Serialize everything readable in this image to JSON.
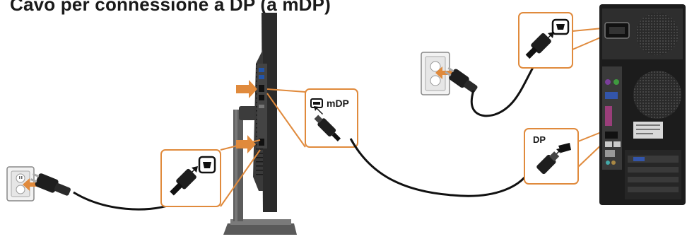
{
  "title": "Cavo per connessione a DP (a mDP)",
  "labels": {
    "mdp": "mDP",
    "dp": "DP"
  },
  "colors": {
    "accent_orange": "#e08a3c",
    "cable": "#111111",
    "monitor_body": "#2b2b2b",
    "pc_case": "#1c1c1c"
  },
  "icons": {
    "power_plug": "ac-power-plug",
    "power_socket": "iec-power-socket",
    "wall_outlet": "wall-outlet",
    "arrow": "arrow",
    "mdp_connector": "mini-displayport-connector",
    "dp_connector": "displayport-connector"
  }
}
